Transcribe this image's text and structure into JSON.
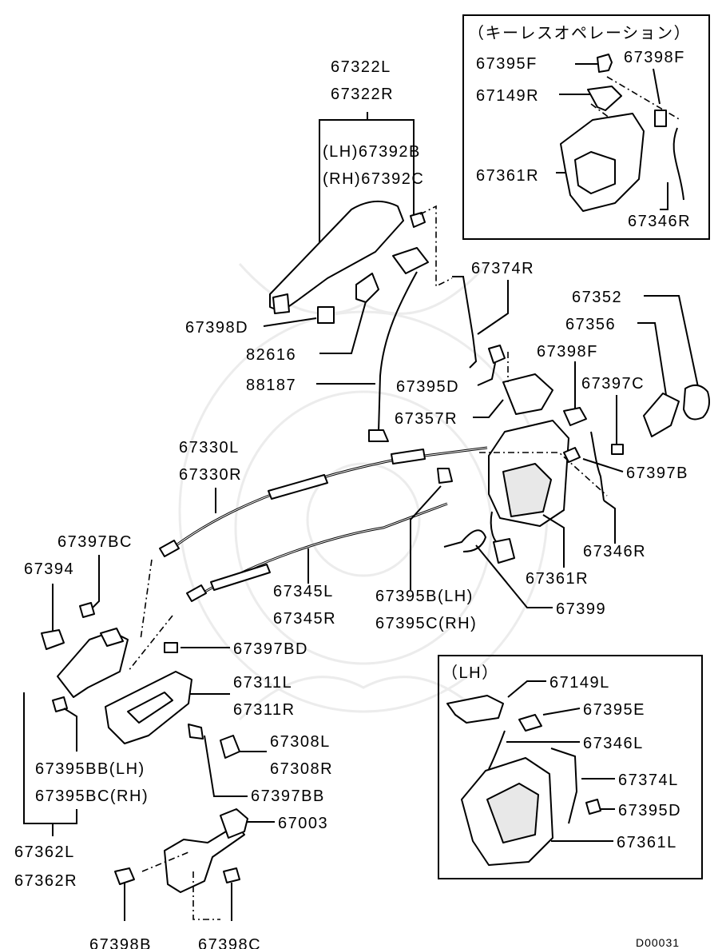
{
  "inset_keyless": {
    "title": "（キーレスオペレーション）",
    "labels": [
      "67395F",
      "67398F",
      "67149R",
      "67361R",
      "67346R"
    ]
  },
  "inset_lh": {
    "title": "（LH）",
    "labels": [
      "67149L",
      "67395E",
      "67346L",
      "67374L",
      "67395D",
      "67361L"
    ]
  },
  "labels": {
    "l67322L": "67322L",
    "l67322R": "67322R",
    "l67392B": "(LH)67392B",
    "l67392C": "(RH)67392C",
    "l67374R": "67374R",
    "l67398D": "67398D",
    "l82616": "82616",
    "l88187": "88187",
    "l67352": "67352",
    "l67356": "67356",
    "l67398F": "67398F",
    "l67397C": "67397C",
    "l67395D": "67395D",
    "l67357R": "67357R",
    "l67330L": "67330L",
    "l67330R": "67330R",
    "l67397B": "67397B",
    "l67397BC": "67397BC",
    "l67394": "67394",
    "l67346R": "67346R",
    "l67361R": "67361R",
    "l67345L": "67345L",
    "l67345R": "67345R",
    "l67395BLH": "67395B(LH)",
    "l67395CRH": "67395C(RH)",
    "l67399": "67399",
    "l67397BD": "67397BD",
    "l67311L": "67311L",
    "l67311R": "67311R",
    "l67308L": "67308L",
    "l67308R": "67308R",
    "l67395BB": "67395BB(LH)",
    "l67395BC": "67395BC(RH)",
    "l67397BB": "67397BB",
    "l67003": "67003",
    "l67362L": "67362L",
    "l67362R": "67362R",
    "l67398B": "67398B",
    "l67398C": "67398C"
  },
  "diagram_code": "D00031"
}
